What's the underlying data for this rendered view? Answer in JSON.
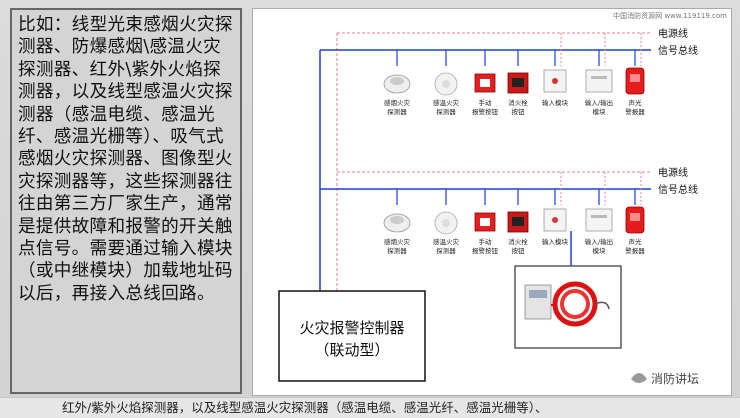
{
  "explanation": {
    "text": "比如：线型光束感烟火灾探测器、防爆感烟\\感温火灾探测器、红外\\紫外火焰探测器，以及线型感温火灾探测器（感温电缆、感温光纤、感温光栅等）、吸气式感烟火灾探测器、图像型火灾探测器等，这些探测器往往由第三方厂家生产，通常是提供故障和报警的开关触点信号。需要通过输入模块（或中继模块）加载地址码以后，再接入总线回路。"
  },
  "diagram": {
    "watermark": "中国消防资源网 www.119119.com",
    "bus_labels": {
      "power": "电源线",
      "signal": "信号总线"
    },
    "devices": [
      {
        "id": "smoke",
        "label": "感烟火灾\n探测器"
      },
      {
        "id": "heat",
        "label": "感温火灾\n探测器"
      },
      {
        "id": "manual",
        "label": "手动\n报警按钮"
      },
      {
        "id": "hydrant",
        "label": "消火栓\n按钮"
      },
      {
        "id": "input",
        "label": "输入模块"
      },
      {
        "id": "io",
        "label": "输入/输出\n模块"
      },
      {
        "id": "alarm",
        "label": "声光\n警报器"
      }
    ],
    "controller": {
      "line1": "火灾报警控制器",
      "line2": "（联动型）"
    },
    "logo_text": "消防讲坛",
    "colors": {
      "signal": "#1f3fd6",
      "power": "#e87f8f",
      "panel": "#ffffff"
    }
  },
  "caption": {
    "text": "红外/紫外火焰探测器，以及线型感温火灾探测器（感温电缆、感温光纤、感温光栅等）、"
  }
}
